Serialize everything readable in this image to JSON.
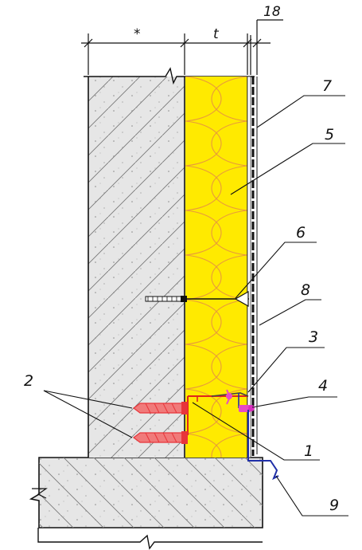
{
  "dimensions": {
    "wall_thickness": "*",
    "insulation_thickness": "t",
    "cladding_gap": "18"
  },
  "callouts": [
    {
      "id": "1",
      "text": "1"
    },
    {
      "id": "2",
      "text": "2"
    },
    {
      "id": "3",
      "text": "3"
    },
    {
      "id": "4",
      "text": "4"
    },
    {
      "id": "5",
      "text": "5"
    },
    {
      "id": "6",
      "text": "6"
    },
    {
      "id": "7",
      "text": "7"
    },
    {
      "id": "8",
      "text": "8"
    },
    {
      "id": "9",
      "text": "9"
    }
  ],
  "colors": {
    "concrete_fill": "#e6e6e6",
    "insulation_fill": "#ffea00",
    "insulation_pattern": "#e89a3c",
    "bracket": "#e0261b",
    "dowel": "#e8353a",
    "fastener": "#e64ac8",
    "drip_profile": "#1f2fa8"
  }
}
